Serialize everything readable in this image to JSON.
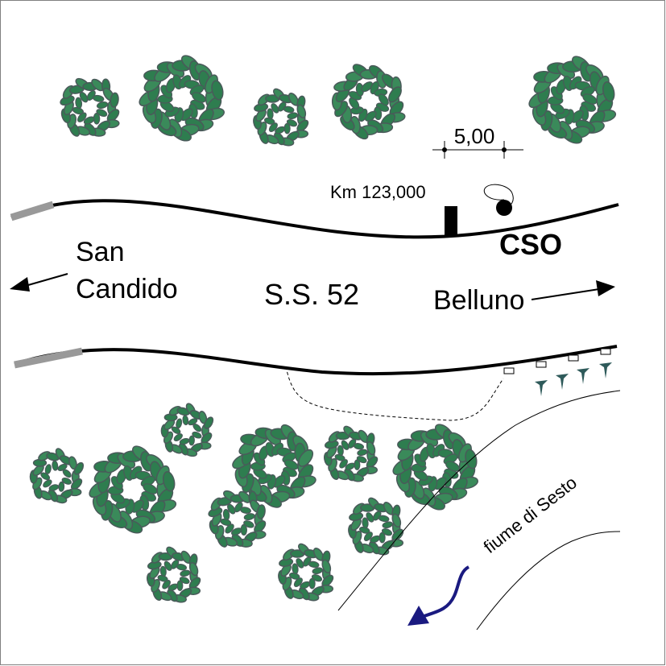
{
  "labels": {
    "dimension": "5,00",
    "kilometer_marker": "Km 123,000",
    "station_code": "CSO",
    "direction_west_line1": "San",
    "direction_west_line2": "Candido",
    "road_name": "S.S. 52",
    "direction_east": "Belluno",
    "river_name": "fiume di Sesto"
  },
  "colors": {
    "frame": "#808080",
    "road_edge": "#000000",
    "guardrail": "#999999",
    "tree_fill": "#2e7d4f",
    "tree_outline": "#4a5a5a",
    "river_flow_arrow": "#1a1a80",
    "instrument": "#000000"
  },
  "icons": {
    "tree": "tree-icon",
    "station": "rain-gauge-icon",
    "km_post": "kilometer-post-icon",
    "arrow": "direction-arrow-icon"
  }
}
